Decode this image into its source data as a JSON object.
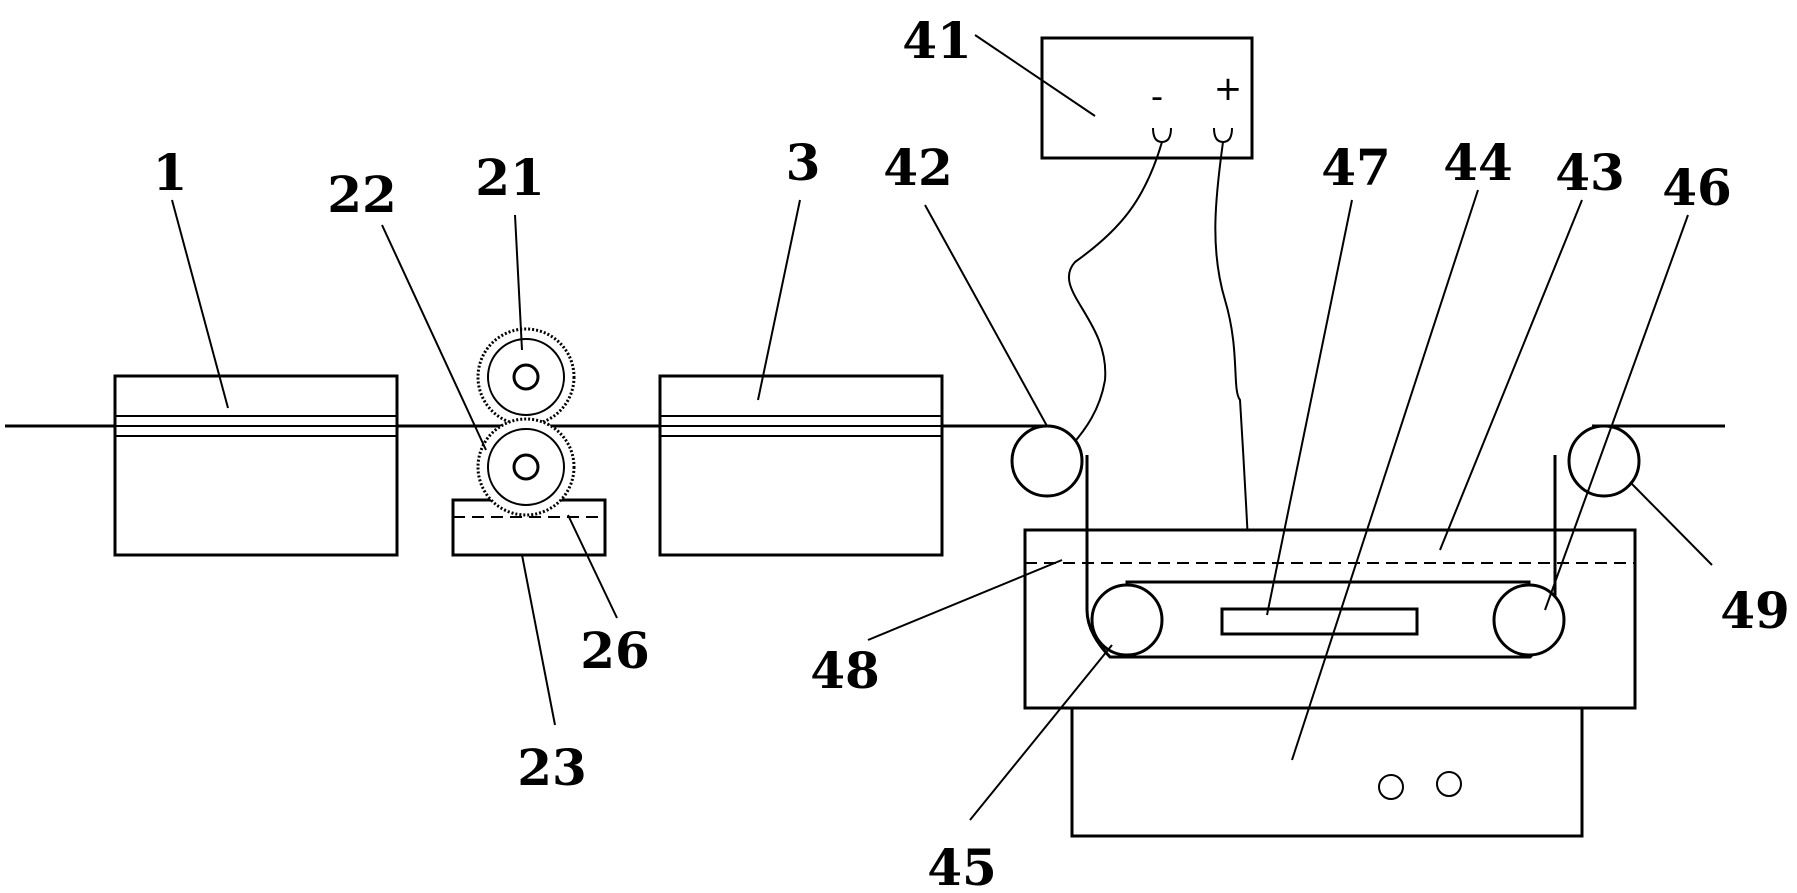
{
  "labels": {
    "l1": "1",
    "l3": "3",
    "l21": "21",
    "l22": "22",
    "l23": "23",
    "l26": "26",
    "l41": "41",
    "l42": "42",
    "l43": "43",
    "l44": "44",
    "l45": "45",
    "l46": "46",
    "l47": "47",
    "l48": "48",
    "l49": "49"
  },
  "power_supply": {
    "minus": "-",
    "plus": "+"
  }
}
